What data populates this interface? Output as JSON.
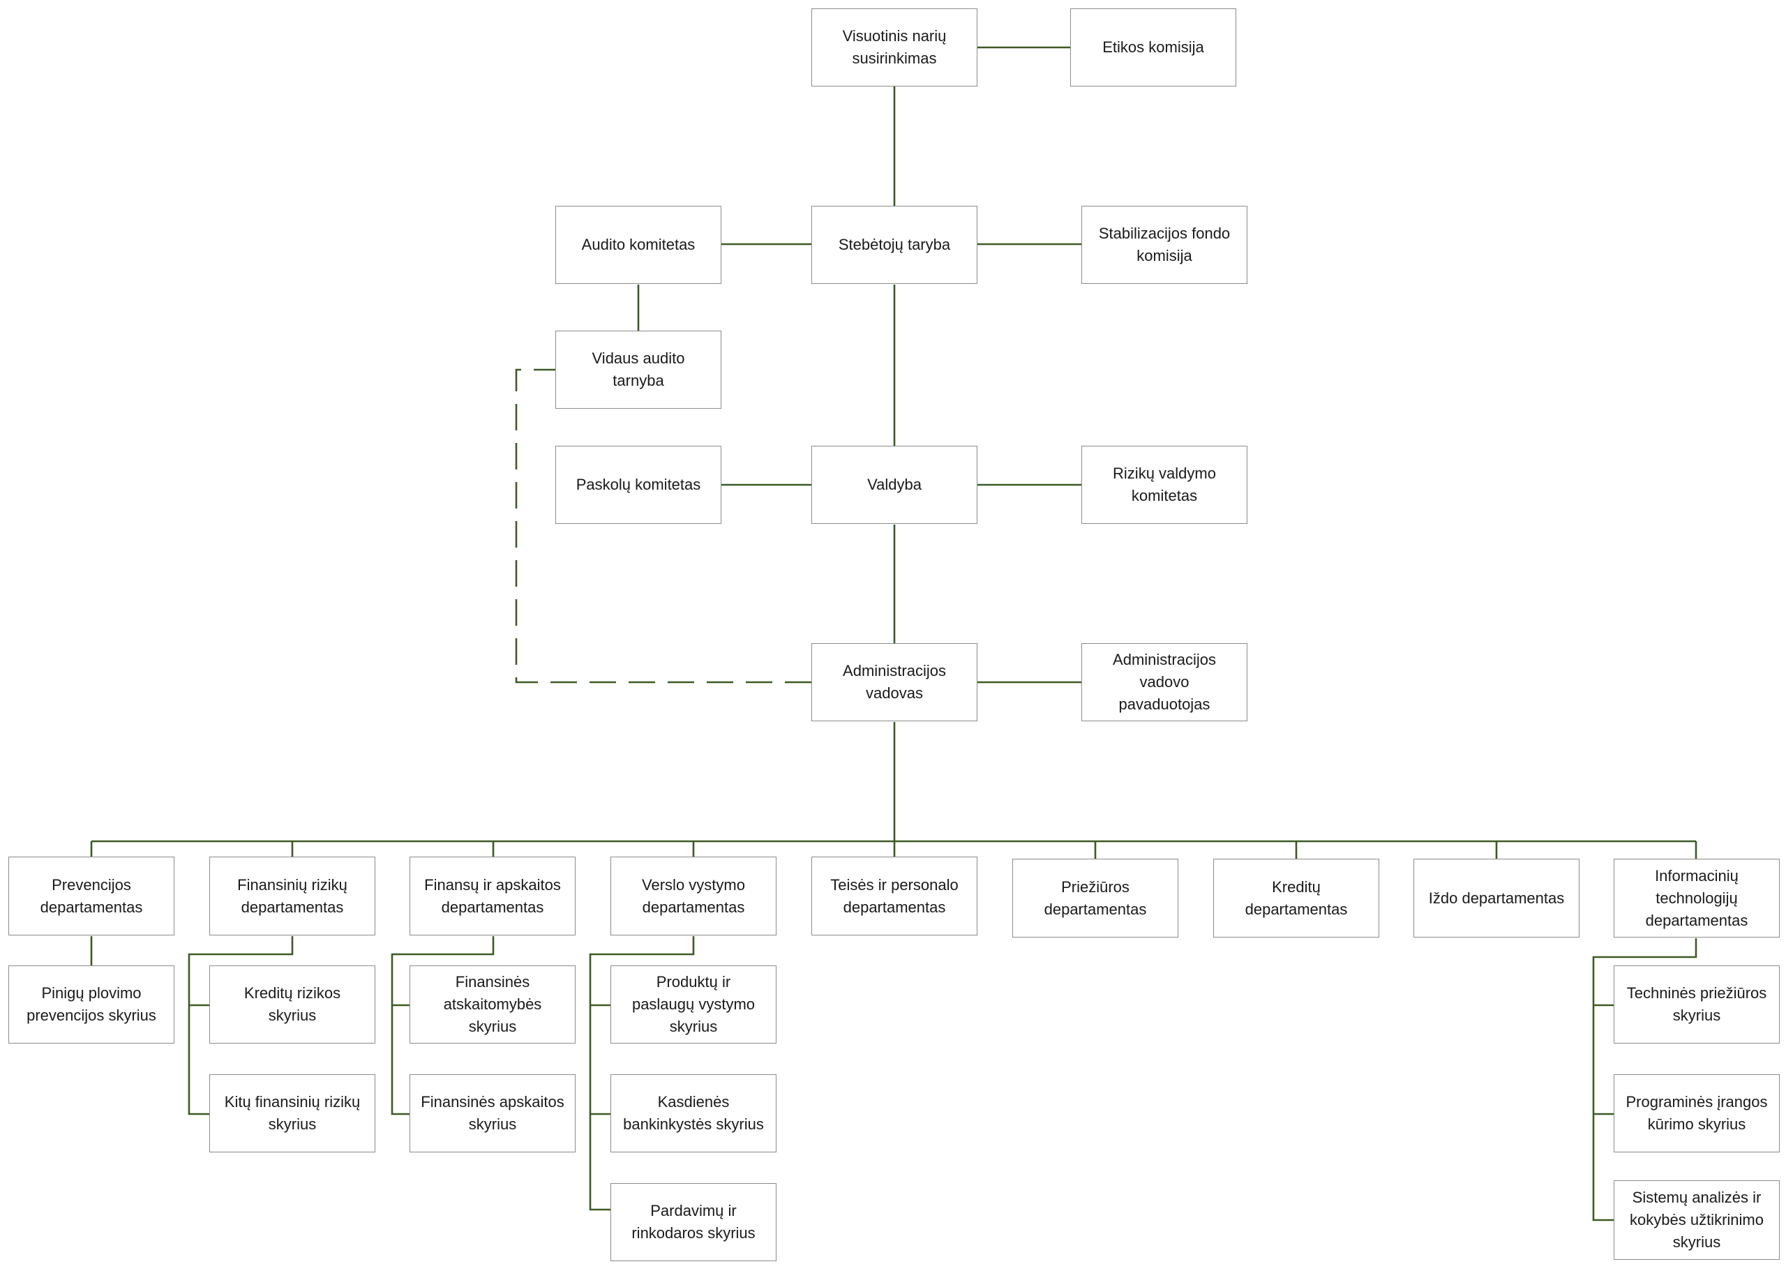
{
  "colors": {
    "connector": "#3d5a24",
    "box_border": "#8c8c8c",
    "text": "#1a1a1a"
  },
  "nodes": {
    "general_assembly": "Visuotinis narių\nsusirinkimas",
    "ethics_commission": "Etikos komisija",
    "audit_committee": "Audito komitetas",
    "supervisory_council": "Stebėtojų taryba",
    "stabilization_fund_commission": "Stabilizacijos fondo\nkomisija",
    "internal_audit": "Vidaus audito\ntarnyba",
    "loan_committee": "Paskolų komitetas",
    "board": "Valdyba",
    "risk_management_committee": "Rizikų valdymo\nkomitetas",
    "head_of_administration": "Administracijos\nvadovas",
    "deputy_head_of_administration": "Administracijos\nvadovo\npavaduotojas",
    "prevention_department": "Prevencijos\ndepartamentas",
    "financial_risk_department": "Finansinių rizikų\ndepartamentas",
    "finance_accounting_department": "Finansų ir apskaitos\ndepartamentas",
    "business_development_department": "Verslo vystymo\ndepartamentas",
    "law_personnel_department": "Teisės ir personalo\ndepartamentas",
    "supervision_department": "Priežiūros\ndepartamentas",
    "credit_department": "Kreditų\ndepartamentas",
    "treasury_department": "Iždo departamentas",
    "it_department": "Informacinių\ntechnologijų\ndepartamentas",
    "aml_division": "Pinigų plovimo\nprevencijos skyrius",
    "credit_risk_division": "Kreditų rizikos\nskyrius",
    "other_financial_risk_division": "Kitų finansinių rizikų\nskyrius",
    "financial_reporting_division": "Finansinės\natskaitomybės\nskyrius",
    "financial_accounting_division": "Finansinės apskaitos\nskyrius",
    "product_service_development_division": "Produktų ir\npaslaugų vystymo\nskyrius",
    "daily_banking_division": "Kasdienės\nbankinkystės skyrius",
    "sales_marketing_division": "Pardavimų ir\nrinkodaros skyrius",
    "technical_maintenance_division": "Techninės priežiūros\nskyrius",
    "software_development_division": "Programinės įrangos\nkūrimo skyrius",
    "systems_analysis_qa_division": "Sistemų analizės ir\nkokybės užtikrinimo\nskyrius"
  }
}
